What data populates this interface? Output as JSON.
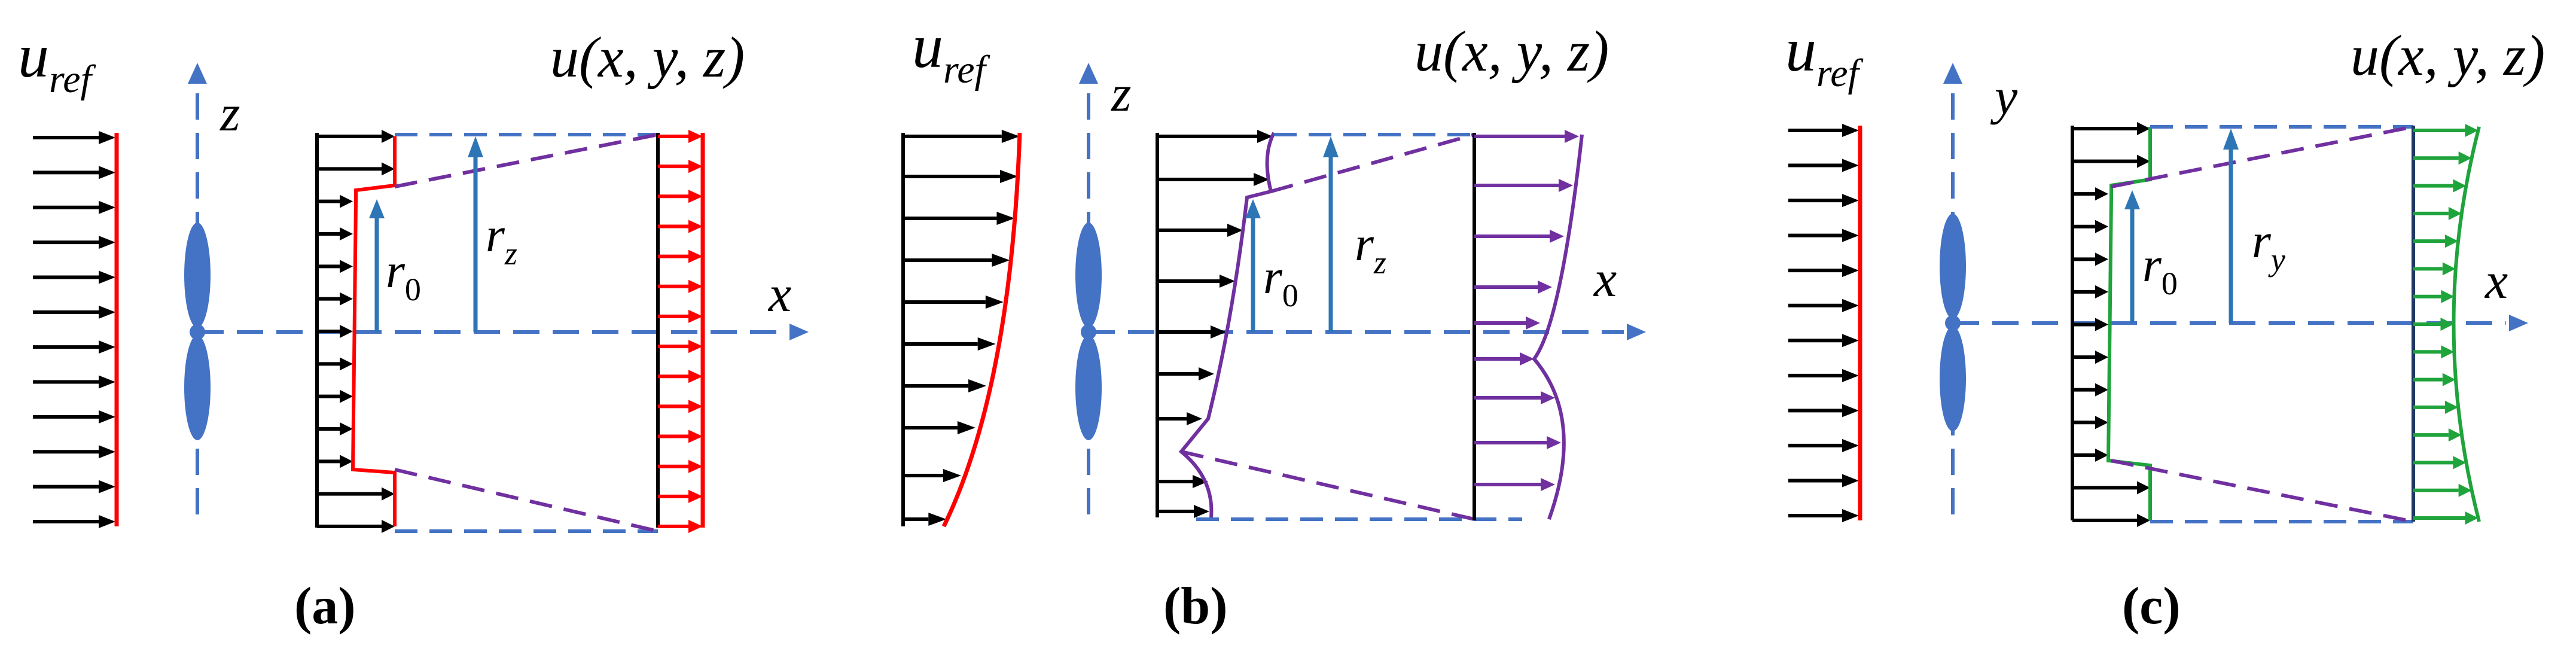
{
  "panels": [
    {
      "id": "a",
      "caption": "(a)",
      "ref_label": {
        "main": "u",
        "sub": "ref"
      },
      "field_label": "u(x, y, z)",
      "vertical_axis": "z",
      "horizontal_axis": "x",
      "r0_label": {
        "main": "r",
        "sub": "0"
      },
      "r_label": {
        "main": "r",
        "sub": "z"
      },
      "profile_color": "#ff0000"
    },
    {
      "id": "b",
      "caption": "(b)",
      "ref_label": {
        "main": "u",
        "sub": "ref"
      },
      "field_label": "u(x, y, z)",
      "vertical_axis": "z",
      "horizontal_axis": "x",
      "r0_label": {
        "main": "r",
        "sub": "0"
      },
      "r_label": {
        "main": "r",
        "sub": "z"
      },
      "profile_color": "#7030a0"
    },
    {
      "id": "c",
      "caption": "(c)",
      "ref_label": {
        "main": "u",
        "sub": "ref"
      },
      "field_label": "u(x, y, z)",
      "vertical_axis": "y",
      "horizontal_axis": "x",
      "r0_label": {
        "main": "r",
        "sub": "0"
      },
      "r_label": {
        "main": "r",
        "sub": "y"
      },
      "profile_color": "#1fa33b"
    }
  ],
  "colors": {
    "arrow": "#000000",
    "axis": "#4472c4",
    "rotor": "#4472c4",
    "radius_arrow": "#2e75b6",
    "wake_boundary": "#7030a0",
    "dashed_outline": "#4472c4",
    "label": "#000000"
  }
}
